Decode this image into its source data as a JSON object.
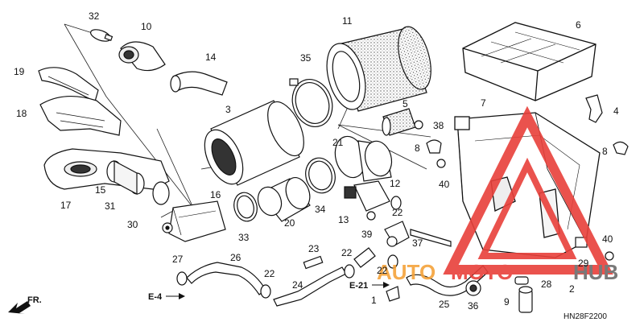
{
  "diagram": {
    "code": "HN28F2200",
    "fr_label": "FR.",
    "refs": {
      "e4": "E-4",
      "e21": "E-21"
    },
    "labels": {
      "n1": "1",
      "n2": "2",
      "n3": "3",
      "n4": "4",
      "n5": "5",
      "n6": "6",
      "n7": "7",
      "n8a": "8",
      "n8b": "8",
      "n9": "9",
      "n10": "10",
      "n11": "11",
      "n12": "12",
      "n13": "13",
      "n14": "14",
      "n15": "15",
      "n16": "16",
      "n17": "17",
      "n18": "18",
      "n19": "19",
      "n20": "20",
      "n21": "21",
      "n22a": "22",
      "n22b": "22",
      "n22c": "22",
      "n22d": "22",
      "n23": "23",
      "n24": "24",
      "n25": "25",
      "n26": "26",
      "n27": "27",
      "n28": "28",
      "n29": "29",
      "n30": "30",
      "n31": "31",
      "n32": "32",
      "n33": "33",
      "n34": "34",
      "n35": "35",
      "n36": "36",
      "n37": "37",
      "n38": "38",
      "n39": "39",
      "n40a": "40",
      "n40b": "40"
    }
  },
  "watermark": {
    "text_auto": "AUTO",
    "text_moto": "MOTO",
    "text_hub": "HUB",
    "color_red": "#e8403a",
    "color_orange": "#f4a23a",
    "color_gray": "#6b6b6b"
  }
}
